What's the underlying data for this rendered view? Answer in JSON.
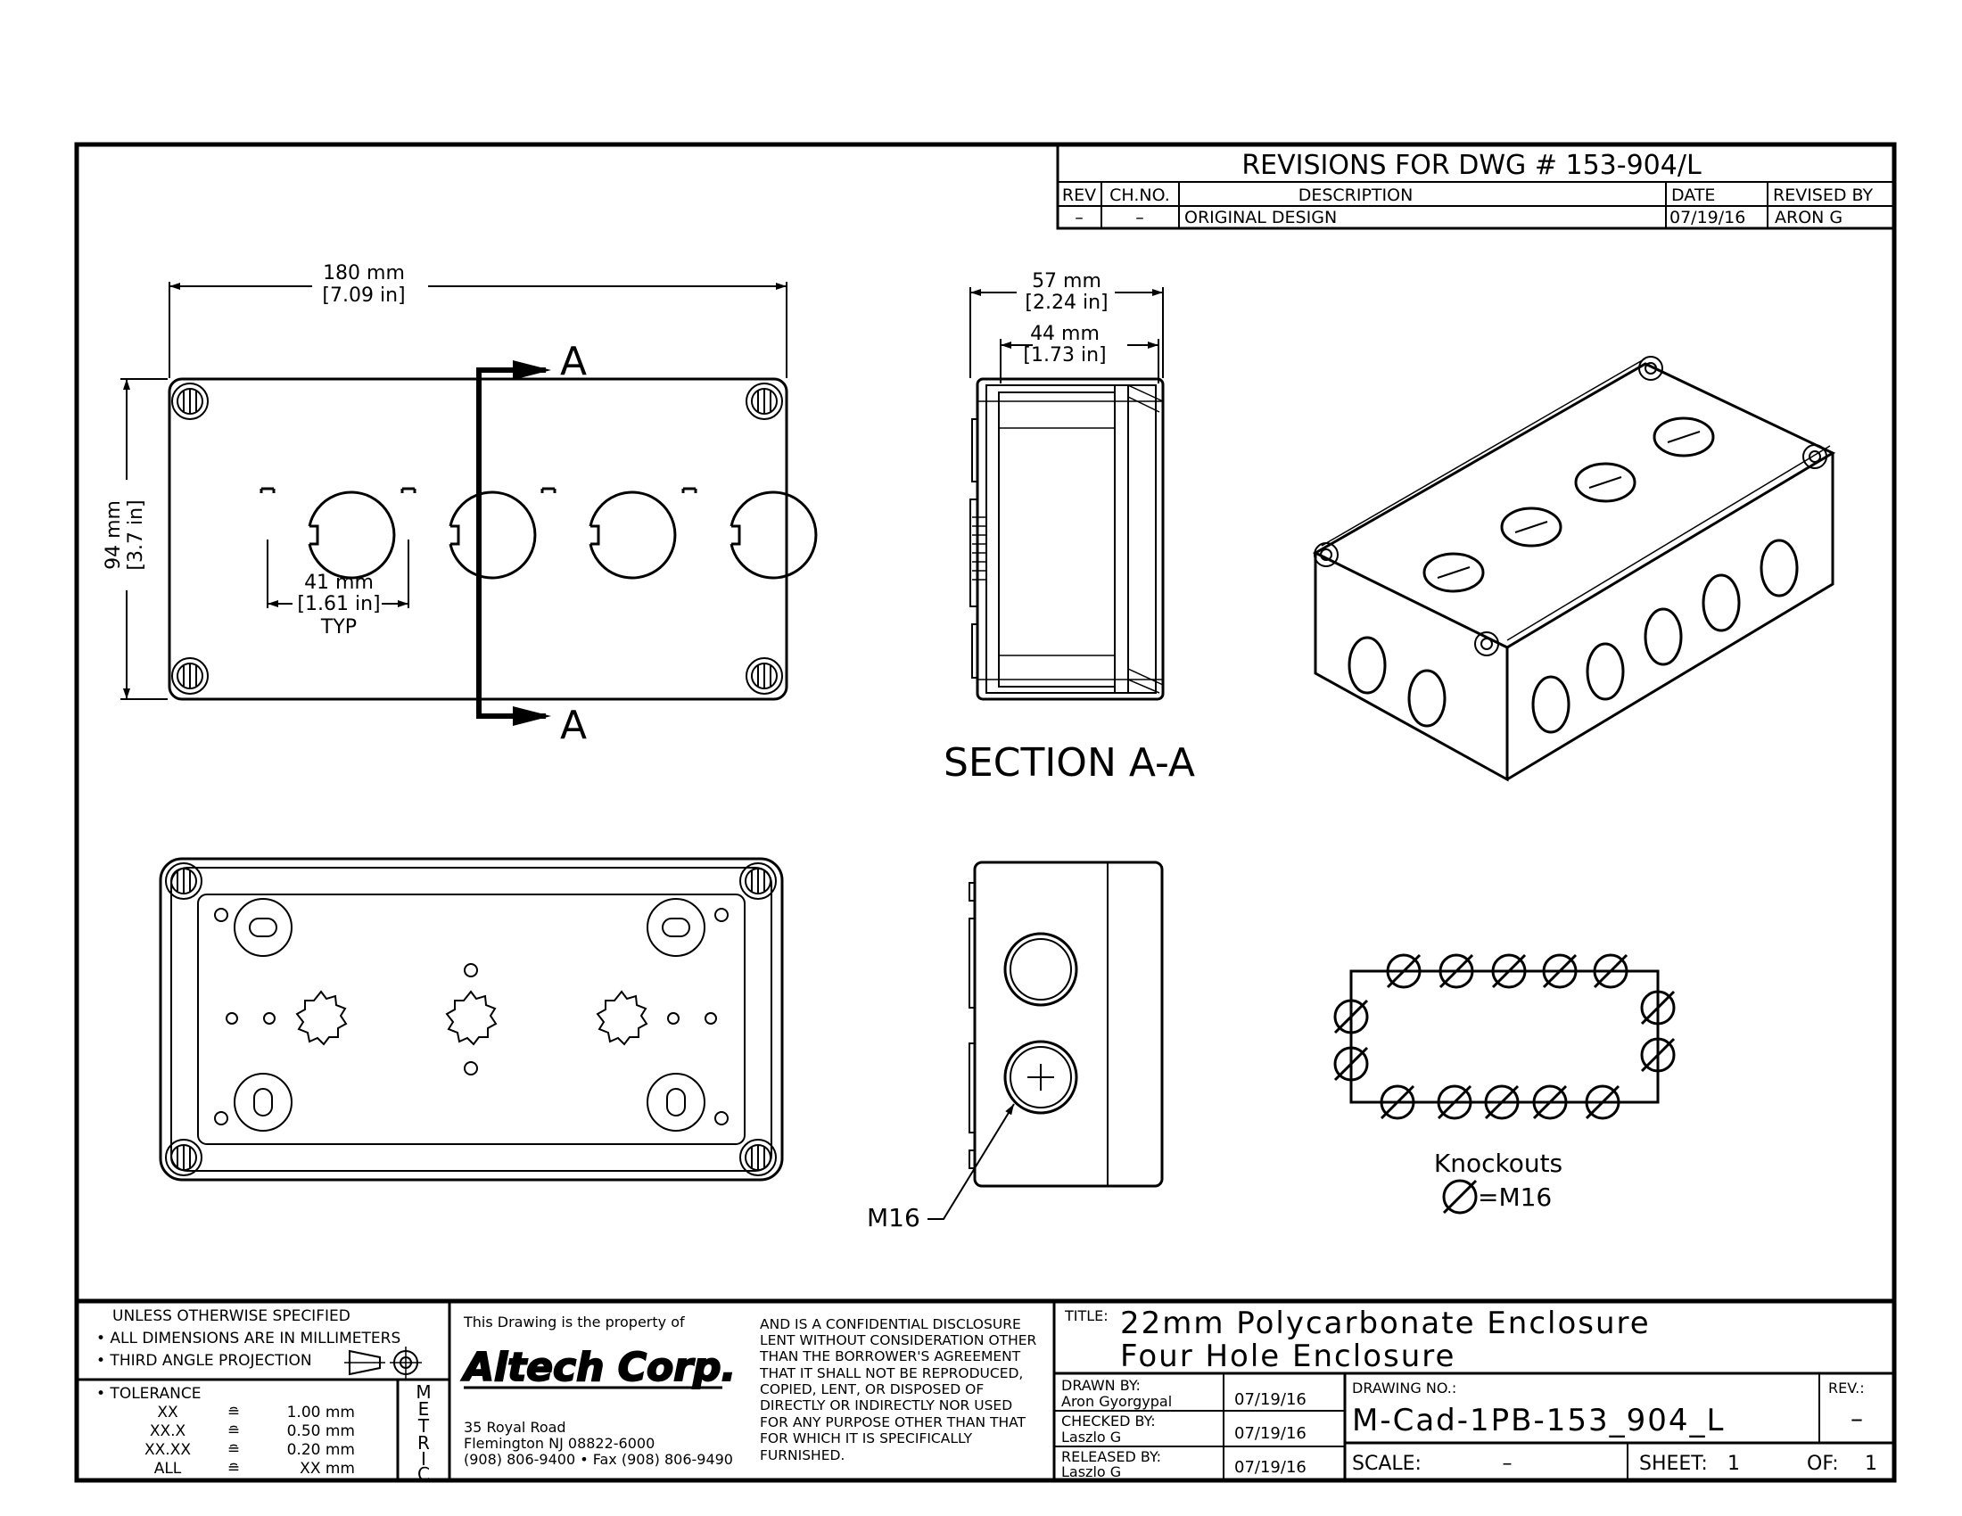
{
  "revisions": {
    "heading": "REVISIONS FOR DWG # 153-904/L",
    "col_rev": "REV",
    "col_chno": "CH.NO.",
    "col_desc": "DESCRIPTION",
    "col_date": "DATE",
    "col_revised": "REVISED BY",
    "row": {
      "rev": "–",
      "chno": "–",
      "desc": "ORIGINAL DESIGN",
      "date": "07/19/16",
      "revised": "ARON G"
    }
  },
  "front_view": {
    "width_mm": "180 mm",
    "width_in": "[7.09 in]",
    "height_mm": "94 mm",
    "height_in": "[3.7 in]",
    "pitch_mm": "41 mm",
    "pitch_in": "[1.61 in]",
    "pitch_note": "TYP",
    "section_mark_top": "A",
    "section_mark_bottom": "A"
  },
  "section_view": {
    "outer_mm": "57 mm",
    "outer_in": "[2.24 in]",
    "inner_mm": "44 mm",
    "inner_in": "[1.73 in]",
    "caption": "SECTION A-A"
  },
  "side_view": {
    "callout": "M16"
  },
  "knockout_view": {
    "label": "Knockouts",
    "legend": "=M16"
  },
  "notes": {
    "line1": "UNLESS OTHERWISE SPECIFIED",
    "line2": "• ALL DIMENSIONS ARE IN MILLIMETERS",
    "line3": "• THIRD ANGLE PROJECTION",
    "tolerance": "• TOLERANCE",
    "tol_rows": [
      {
        "fmt": "XX",
        "sym": "≘",
        "val": "1.00 mm"
      },
      {
        "fmt": "XX.X",
        "sym": "≘",
        "val": "0.50 mm"
      },
      {
        "fmt": "XX.XX",
        "sym": "≘",
        "val": "0.20 mm"
      },
      {
        "fmt": "ALL",
        "sym": "≘",
        "val": "XX mm"
      }
    ],
    "metric": [
      "M",
      "E",
      "T",
      "R",
      "I",
      "C"
    ]
  },
  "company": {
    "property_note": "This Drawing is the property of",
    "logo": "Altech Corp.",
    "address1": "35 Royal Road",
    "address2": "Flemington NJ 08822-6000",
    "phone": "(908) 806-9400 • Fax (908) 806-9490",
    "disclosure": [
      "AND IS A CONFIDENTIAL DISCLOSURE",
      "LENT WITHOUT CONSIDERATION OTHER",
      "THAN THE BORROWER'S AGREEMENT",
      "THAT IT SHALL NOT BE REPRODUCED,",
      "COPIED, LENT, OR DISPOSED OF",
      "DIRECTLY OR INDIRECTLY NOR USED",
      "FOR ANY PURPOSE OTHER THAN THAT",
      "FOR WHICH IT IS SPECIFICALLY",
      "FURNISHED."
    ]
  },
  "title_block": {
    "title_label": "TITLE:",
    "title_line1": "22mm Polycarbonate Enclosure",
    "title_line2": "Four Hole Enclosure",
    "drawn_label": "DRAWN BY:",
    "drawn_name": "Aron Gyorgypal",
    "drawn_date": "07/19/16",
    "checked_label": "CHECKED BY:",
    "checked_name": "Laszlo G",
    "checked_date": "07/19/16",
    "released_label": "RELEASED BY:",
    "released_name": "Laszlo G",
    "released_date": "07/19/16",
    "drawing_no_label": "DRAWING NO.:",
    "drawing_no": "M-Cad-1PB-153_904_L",
    "rev_label": "REV.:",
    "rev_value": "–",
    "scale_label": "SCALE:",
    "scale_value": "–",
    "sheet_label": "SHEET:",
    "sheet_value": "1",
    "of_label": "OF:",
    "of_value": "1"
  }
}
